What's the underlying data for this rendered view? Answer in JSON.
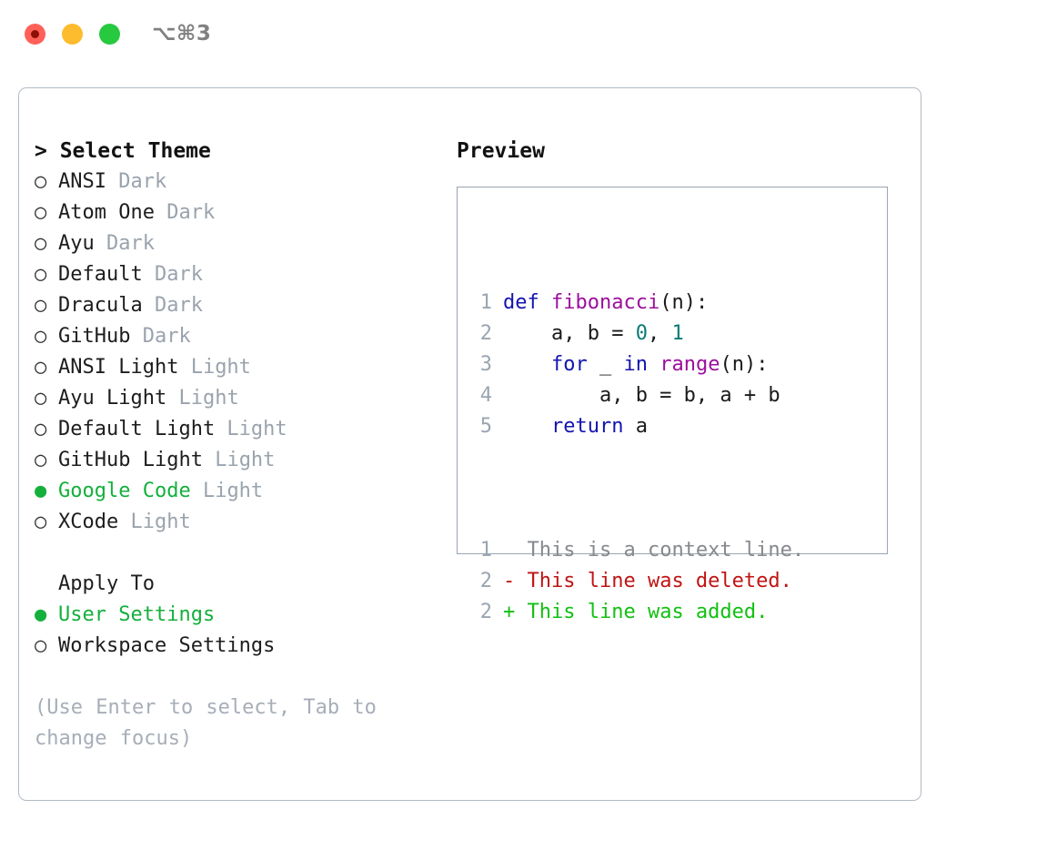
{
  "window": {
    "shortcut_label": "⌥⌘3",
    "traffic_lights": [
      {
        "name": "close",
        "color": "#ff6159"
      },
      {
        "name": "minimize",
        "color": "#fdbc2e"
      },
      {
        "name": "maximize",
        "color": "#27c93f"
      }
    ]
  },
  "theme_list": {
    "title": "> Select Theme",
    "selected_bullet": "●",
    "unselected_bullet": "○",
    "items": [
      {
        "bullet": "○",
        "name": "ANSI",
        "suffix": "Dark",
        "selected": false
      },
      {
        "bullet": "○",
        "name": "Atom One",
        "suffix": "Dark",
        "selected": false
      },
      {
        "bullet": "○",
        "name": "Ayu",
        "suffix": "Dark",
        "selected": false
      },
      {
        "bullet": "○",
        "name": "Default",
        "suffix": "Dark",
        "selected": false
      },
      {
        "bullet": "○",
        "name": "Dracula",
        "suffix": "Dark",
        "selected": false
      },
      {
        "bullet": "○",
        "name": "GitHub",
        "suffix": "Dark",
        "selected": false
      },
      {
        "bullet": "○",
        "name": "ANSI Light",
        "suffix": "Light",
        "selected": false
      },
      {
        "bullet": "○",
        "name": "Ayu Light",
        "suffix": "Light",
        "selected": false
      },
      {
        "bullet": "○",
        "name": "Default Light",
        "suffix": "Light",
        "selected": false
      },
      {
        "bullet": "○",
        "name": "GitHub Light",
        "suffix": "Light",
        "selected": false
      },
      {
        "bullet": "●",
        "name": "Google Code",
        "suffix": "Light",
        "selected": true
      },
      {
        "bullet": "○",
        "name": "XCode",
        "suffix": "Light",
        "selected": false
      }
    ]
  },
  "apply_to": {
    "title": "Apply To",
    "items": [
      {
        "bullet": "●",
        "name": "User Settings",
        "selected": true
      },
      {
        "bullet": "○",
        "name": "Workspace Settings",
        "selected": false
      }
    ]
  },
  "hint": "(Use Enter to select, Tab to change focus)",
  "preview": {
    "title": "Preview",
    "code_lines": [
      {
        "n": "1",
        "tokens": [
          {
            "t": "def ",
            "c": "kw"
          },
          {
            "t": "fibonacci",
            "c": "fn"
          },
          {
            "t": "(n):",
            "c": "pln"
          }
        ]
      },
      {
        "n": "2",
        "tokens": [
          {
            "t": "    a, b = ",
            "c": "pln"
          },
          {
            "t": "0",
            "c": "num"
          },
          {
            "t": ", ",
            "c": "pln"
          },
          {
            "t": "1",
            "c": "num"
          }
        ]
      },
      {
        "n": "3",
        "tokens": [
          {
            "t": "    ",
            "c": "pln"
          },
          {
            "t": "for",
            "c": "kw"
          },
          {
            "t": " _ ",
            "c": "pln"
          },
          {
            "t": "in",
            "c": "kw"
          },
          {
            "t": " ",
            "c": "pln"
          },
          {
            "t": "range",
            "c": "fn"
          },
          {
            "t": "(n):",
            "c": "pln"
          }
        ]
      },
      {
        "n": "4",
        "tokens": [
          {
            "t": "        a, b = b, a + b",
            "c": "pln"
          }
        ]
      },
      {
        "n": "5",
        "tokens": [
          {
            "t": "    ",
            "c": "pln"
          },
          {
            "t": "return",
            "c": "kw"
          },
          {
            "t": " a",
            "c": "pln"
          }
        ]
      }
    ],
    "diff_lines": [
      {
        "n": "1",
        "marker": "  ",
        "text": "This is a context line.",
        "kind": "ctx"
      },
      {
        "n": "2",
        "marker": "- ",
        "text": "This line was deleted.",
        "kind": "del"
      },
      {
        "n": "2",
        "marker": "+ ",
        "text": "This line was added.",
        "kind": "add"
      }
    ]
  },
  "colors": {
    "accent_green": "#14b03c",
    "muted_gray": "#9aa3ad",
    "hint_gray": "#a7aeb8",
    "border": "#b2bbc6",
    "keyword": "#1414b0",
    "function": "#9c0f9c",
    "number": "#0b7a75",
    "diff_context": "#86898d",
    "diff_delete": "#c01414",
    "diff_add": "#12c012"
  }
}
